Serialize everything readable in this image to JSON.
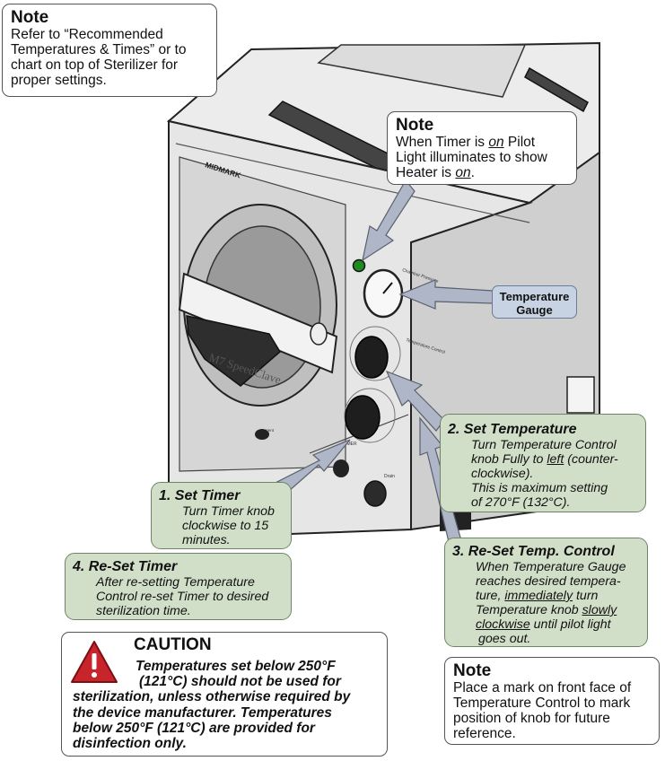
{
  "illustration": {
    "brand": "MIDMARK",
    "model": "M7 SpeedClave",
    "gauge_caption": "Chamber Pressure",
    "temp_dial_caption": "Temperature Control",
    "timer_dial_caption": "TIMER",
    "drain_caption": "Drain",
    "vent_caption": "Vent"
  },
  "note_top_left": {
    "title": "Note",
    "lines": [
      "Refer to “Recommended",
      "Temperatures & Times” or to",
      "chart on top of Sterilizer for",
      "proper settings."
    ]
  },
  "note_pilot": {
    "title": "Note",
    "line1": {
      "a": "When Timer is ",
      "em": "on",
      "b": " Pilot"
    },
    "line2": "Light illuminates to show",
    "line3": {
      "a": "Heater is ",
      "em": "on",
      "b": "."
    }
  },
  "gauge_label": {
    "line1": "Temperature",
    "line2": "Gauge"
  },
  "step2": {
    "title": "2.  Set Temperature",
    "line1": "Turn Temperature Control",
    "line2": {
      "a": "knob Fully to ",
      "em": "left",
      "b": " (counter-"
    },
    "line3": "clockwise).",
    "line4": "This is maximum setting",
    "line5": "of 270°F (132°C)."
  },
  "step1": {
    "title": "1.  Set Timer",
    "lines": [
      "Turn Timer knob",
      "clockwise to 15",
      "minutes."
    ]
  },
  "step4": {
    "title": "4.  Re-Set Timer",
    "lines": [
      "After re-setting Temperature",
      "Control re-set Timer to desired",
      "sterilization time."
    ]
  },
  "step3": {
    "title": "3.  Re-Set Temp. Control",
    "line1": "When Temperature Gauge",
    "line2": "reaches desired tempera-",
    "line3": {
      "a": "ture, ",
      "em": "immediately",
      "b": " turn"
    },
    "line4": {
      "a": "Temperature knob ",
      "em": "slowly"
    },
    "line5": {
      "em": "clockwise",
      "b": " until pilot light"
    },
    "line6": "goes out."
  },
  "caution": {
    "title": "CAUTION",
    "lines": [
      "Temperatures set below 250°F",
      "(121°C) should not be used for",
      "sterilization, unless otherwise required by",
      "the device manufacturer.  Temperatures",
      "below 250°F (121°C) are provided for",
      "disinfection only."
    ]
  },
  "note_bottom_right": {
    "title": "Note",
    "lines": [
      "Place a mark on front face of",
      "Temperature Control to mark",
      "position of knob for future",
      "reference."
    ]
  }
}
